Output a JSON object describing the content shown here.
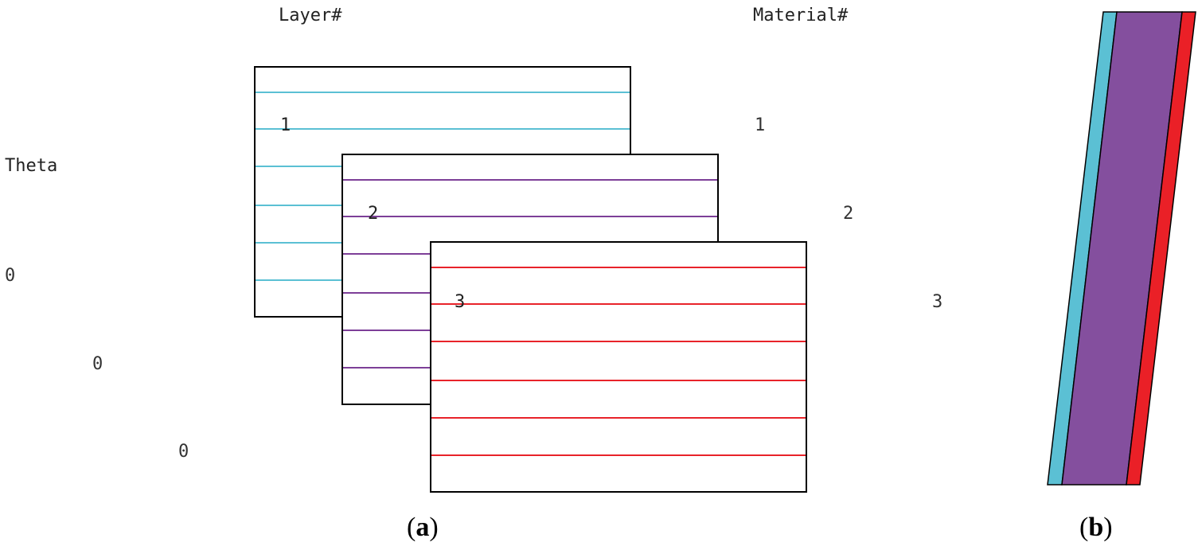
{
  "headers": {
    "layer": "Layer#",
    "material": "Material#",
    "theta": "Theta"
  },
  "layers": [
    {
      "layer_label": "1",
      "material_label": "1",
      "theta": "0",
      "color": "#5bc0d4"
    },
    {
      "layer_label": "2",
      "material_label": "2",
      "theta": "0",
      "color": "#7d3f98"
    },
    {
      "layer_label": "3",
      "material_label": "3",
      "theta": "0",
      "color": "#e8232a"
    }
  ],
  "captions": {
    "a_open": "(",
    "a_letter": "a",
    "a_close": ")",
    "b_open": "(",
    "b_letter": "b",
    "b_close": ")"
  },
  "cross_section": {
    "colors": {
      "cyan": "#5bc0d4",
      "purple": "#844f9e",
      "red": "#ea2027"
    }
  }
}
